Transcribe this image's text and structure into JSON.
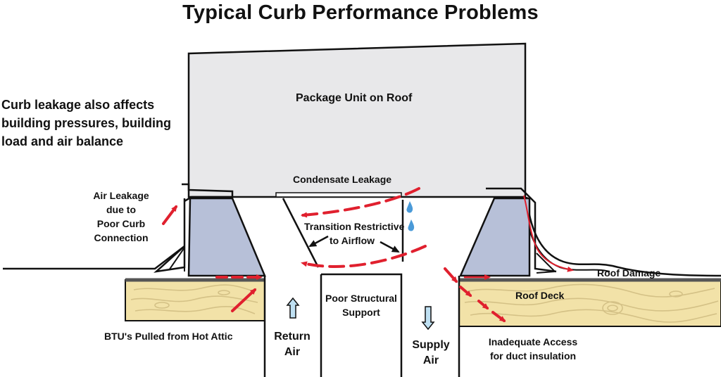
{
  "title": "Typical Curb Performance Problems",
  "note_lines": [
    "Curb leakage also affects",
    "building pressures, building",
    "load and air balance"
  ],
  "labels": {
    "package_unit": "Package Unit on Roof",
    "condensate": "Condensate Leakage",
    "air_leakage": [
      "Air Leakage",
      "due to",
      "Poor Curb",
      "Connection"
    ],
    "transition": [
      "Transition Restrictive",
      "to Airflow"
    ],
    "roof_damage": "Roof Damage",
    "roof_deck": "Roof Deck",
    "poor_structural": [
      "Poor Structural",
      "Support"
    ],
    "btu": "BTU's Pulled from Hot Attic",
    "return_air": [
      "Return",
      "Air"
    ],
    "supply_air": [
      "Supply",
      "Air"
    ],
    "inadequate": [
      "Inadequate Access",
      "for duct insulation"
    ]
  },
  "colors": {
    "unit_fill": "#e8e8ea",
    "curb_fill": "#b7c0d8",
    "deck_fill": "#f2e2a8",
    "grain": "#d4c186",
    "arrow_red": "#e0202e",
    "drop_blue": "#4a9ad8",
    "airflow_arrow": "#bfe0f2",
    "outline": "#111111"
  }
}
